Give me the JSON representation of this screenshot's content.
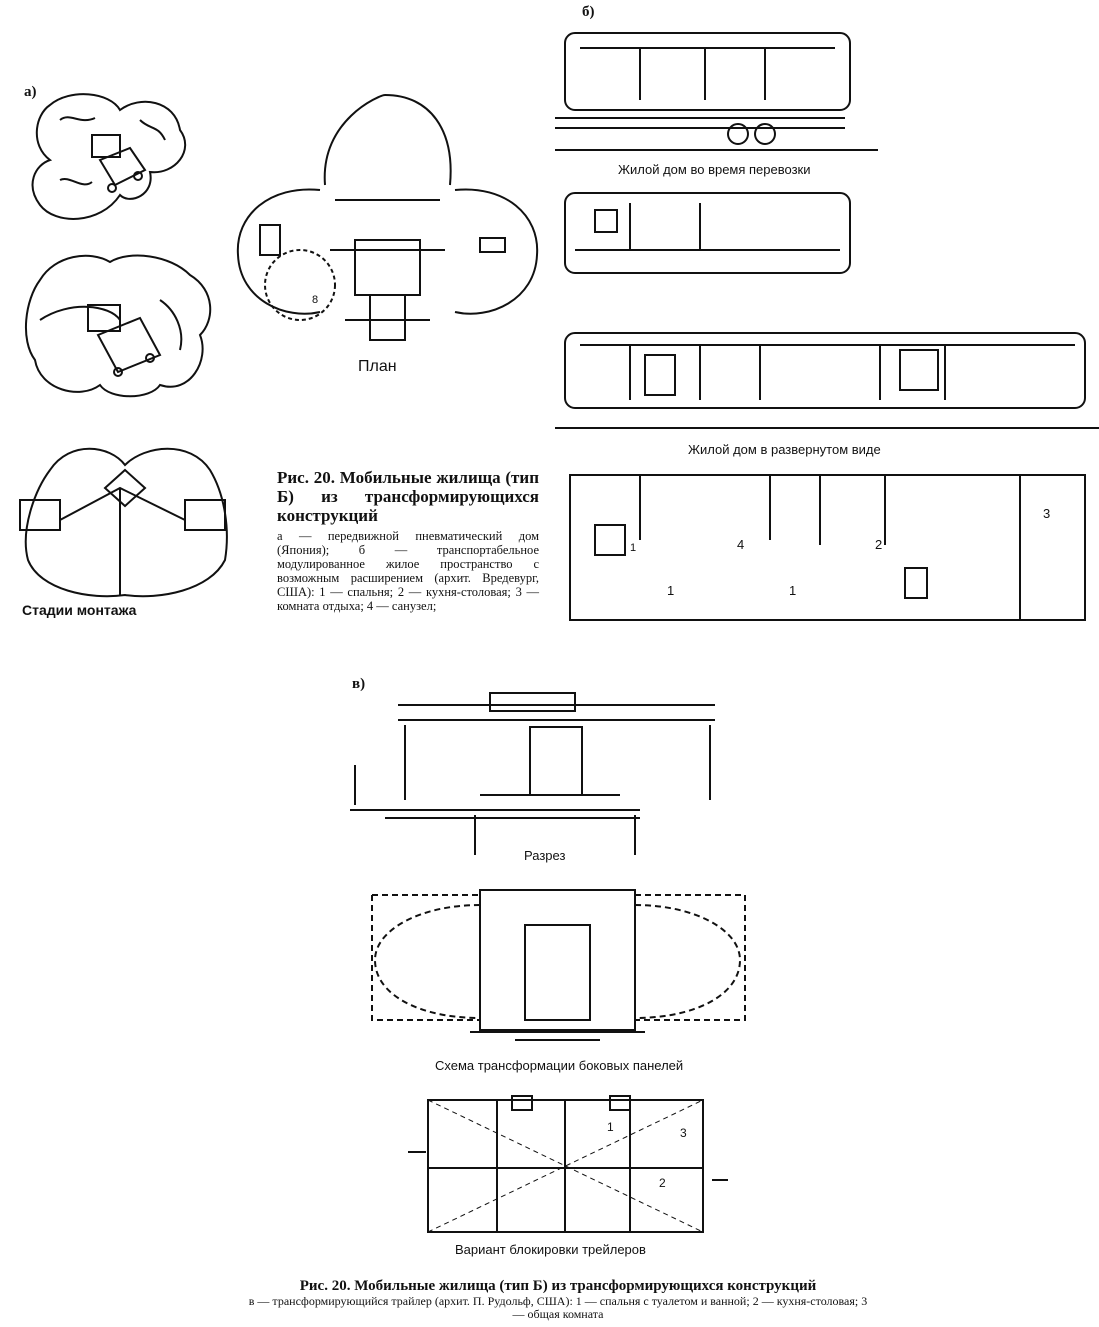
{
  "part_labels": {
    "a": "а)",
    "b": "б)",
    "v": "в)"
  },
  "section_a": {
    "stages_caption": "Стадии монтажа",
    "plan_caption": "План",
    "plan_room_number": "8"
  },
  "figure_caption_top": {
    "title": "Рис. 20. Мобильные жилища (тип Б) из трансформирующихся конструкций",
    "body": "а — передвижной пневматический дом (Япония); б — транспортабельное модулированное жилое пространство с возможным расширением (архит. Вредевург, США): 1 — спальня; 2 — кухня-столовая; 3 — комната отдыха; 4 — санузел;"
  },
  "section_b": {
    "transport_caption": "Жилой дом во время перевозки",
    "expanded_caption": "Жилой дом в развернутом виде",
    "room_numbers": [
      "3",
      "1",
      "4",
      "2",
      "1",
      "1"
    ]
  },
  "section_v": {
    "section_caption": "Разрез",
    "transform_caption": "Схема трансформации боковых панелей",
    "blocking_caption": "Вариант блокировки трейлеров",
    "room_numbers": [
      "1",
      "3",
      "2"
    ]
  },
  "figure_caption_bottom": {
    "title": "Рис. 20. Мобильные жилища (тип Б) из трансформирующихся конструкций",
    "body": "в — трансформирующийся трайлер (архит. П. Рудольф, США): 1 — спальня с туалетом и ванной; 2 — кухня-столовая; 3 — общая комната"
  }
}
